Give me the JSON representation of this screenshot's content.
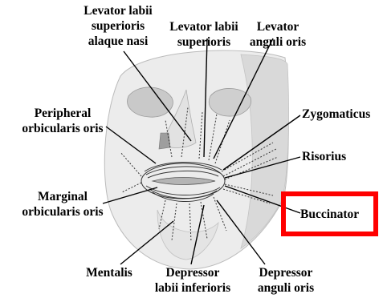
{
  "labels": {
    "levator_labii_superioris_alaque_nasi": "Levator labii superioris alaque nasi",
    "levator_labii_superioris": "Levator labii superioris",
    "levator_anguli_oris": "Levator anguli oris",
    "peripheral_orbicularis_oris": "Peripheral orbicularis oris",
    "zygomaticus": "Zygomaticus",
    "risorius": "Risorius",
    "marginal_orbicularis_oris": "Marginal orbicularis oris",
    "buccinator": "Buccinator",
    "mentalis": "Mentalis",
    "depressor_labii_inferioris": "Depressor labii inferioris",
    "depressor_anguli_oris": "Depressor anguli oris"
  },
  "label_lines": {
    "levator_labii_superioris_alaque_nasi": [
      "Levator labii",
      "superioris",
      "alaque nasi"
    ],
    "levator_labii_superioris": [
      "Levator labii",
      "superioris"
    ],
    "levator_anguli_oris": [
      "Levator",
      "anguli oris"
    ],
    "peripheral_orbicularis_oris": [
      "Peripheral",
      "orbicularis oris"
    ],
    "marginal_orbicularis_oris": [
      "Marginal",
      "orbicularis oris"
    ],
    "depressor_labii_inferioris": [
      "Depressor",
      "labii inferioris"
    ],
    "depressor_anguli_oris": [
      "Depressor",
      "anguli oris"
    ]
  },
  "highlighted_label": "Buccinator",
  "colors": {
    "highlight": "#ff0000",
    "face_fill": "#ececec",
    "face_shade": "#d6d6d6",
    "text": "#000000",
    "muscle_lines": "#333333"
  }
}
